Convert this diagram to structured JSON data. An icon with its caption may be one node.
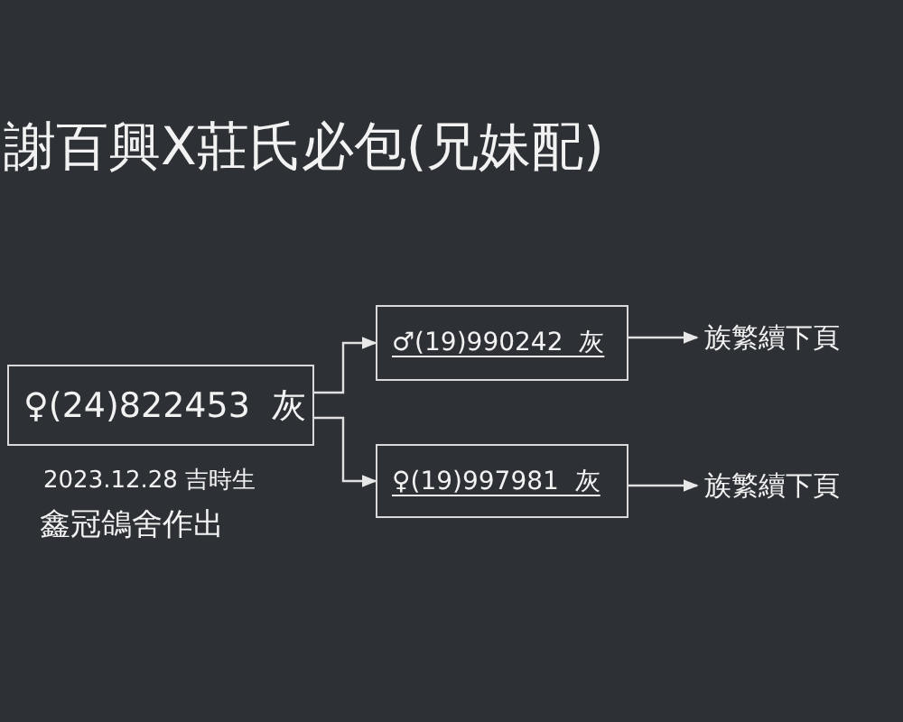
{
  "diagram": {
    "title": "謝百興X莊氏必包(兄妹配)",
    "nodes": [
      {
        "text": [
          "♀(24)822453  灰"
        ],
        "beside": [
          "2023.12.28 吉時生",
          "鑫冠鴿舍作出"
        ]
      },
      {
        "text": [
          "♂(19)990242  灰"
        ]
      },
      {
        "text": [
          "♀(19)997981  灰"
        ]
      },
      {
        "text": [
          "族繁續下頁"
        ]
      },
      {
        "text": [
          "族繁續下頁"
        ]
      }
    ],
    "edges": [
      {
        "from": 0,
        "to": 1,
        "arrow": "to"
      },
      {
        "from": 0,
        "to": 2,
        "arrow": "to"
      },
      {
        "from": 1,
        "to": 3,
        "arrow": "to"
      },
      {
        "from": 2,
        "to": 4,
        "arrow": "to"
      }
    ]
  }
}
